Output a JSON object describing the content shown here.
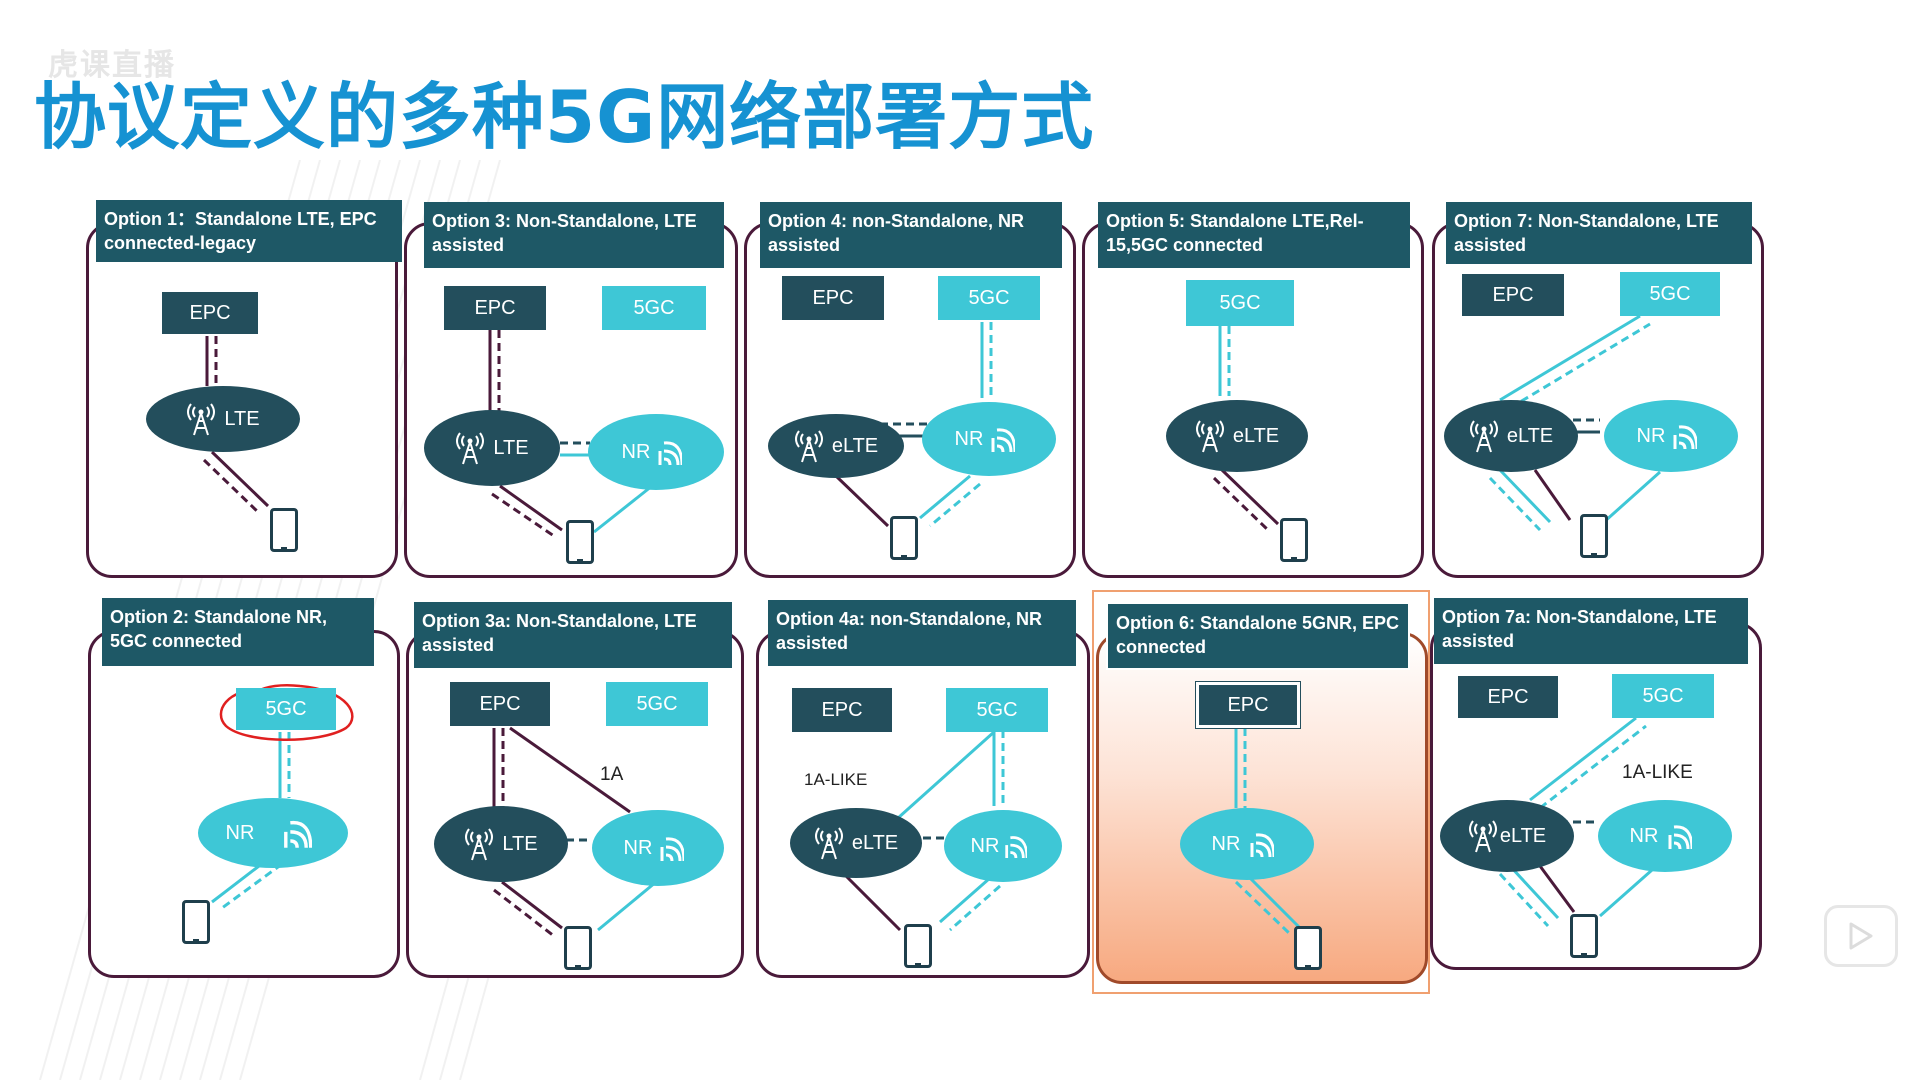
{
  "watermark": "虎课直播",
  "title": "协议定义的多种5G网络部署方式",
  "colors": {
    "title": "#1692d2",
    "label_bg": "#1e5866",
    "dark_node": "#234e5c",
    "cyan_node": "#3ec7d6",
    "panel_border": "#4a1a3a",
    "highlight": "#f7a980",
    "circle_mark": "#e02020"
  },
  "options": [
    {
      "label": "Option 1：Standalone LTE, EPC connected-legacy",
      "nodes": [
        "EPC",
        "LTE"
      ]
    },
    {
      "label": "Option 3: Non-Standalone, LTE assisted",
      "nodes": [
        "EPC",
        "5GC",
        "LTE",
        "NR"
      ]
    },
    {
      "label": "Option 4: non-Standalone, NR assisted",
      "nodes": [
        "EPC",
        "5GC",
        "eLTE",
        "NR"
      ]
    },
    {
      "label": "Option 5: Standalone LTE,Rel-15,5GC connected",
      "nodes": [
        "5GC",
        "eLTE"
      ]
    },
    {
      "label": "Option 7: Non-Standalone, LTE assisted",
      "nodes": [
        "EPC",
        "5GC",
        "eLTE",
        "NR"
      ]
    },
    {
      "label": "Option 2: Standalone NR, 5GC connected",
      "nodes": [
        "5GC",
        "NR"
      ]
    },
    {
      "label": "Option 3a: Non-Standalone, LTE assisted",
      "nodes": [
        "EPC",
        "5GC",
        "LTE",
        "NR"
      ],
      "annotation": "1A"
    },
    {
      "label": "Option 4a: non-Standalone, NR assisted",
      "nodes": [
        "EPC",
        "5GC",
        "eLTE",
        "NR"
      ],
      "annotation": "1A-LIKE"
    },
    {
      "label": "Option 6: Standalone 5GNR, EPC connected",
      "nodes": [
        "EPC",
        "NR"
      ],
      "highlighted": true
    },
    {
      "label": "Option 7a: Non-Standalone, LTE assisted",
      "nodes": [
        "EPC",
        "5GC",
        "eLTE",
        "NR"
      ],
      "annotation": "1A-LIKE"
    }
  ],
  "icons": {
    "tower": "cell-tower-icon",
    "wifi": "wifi-icon",
    "phone": "phone-icon",
    "play": "play-icon"
  }
}
